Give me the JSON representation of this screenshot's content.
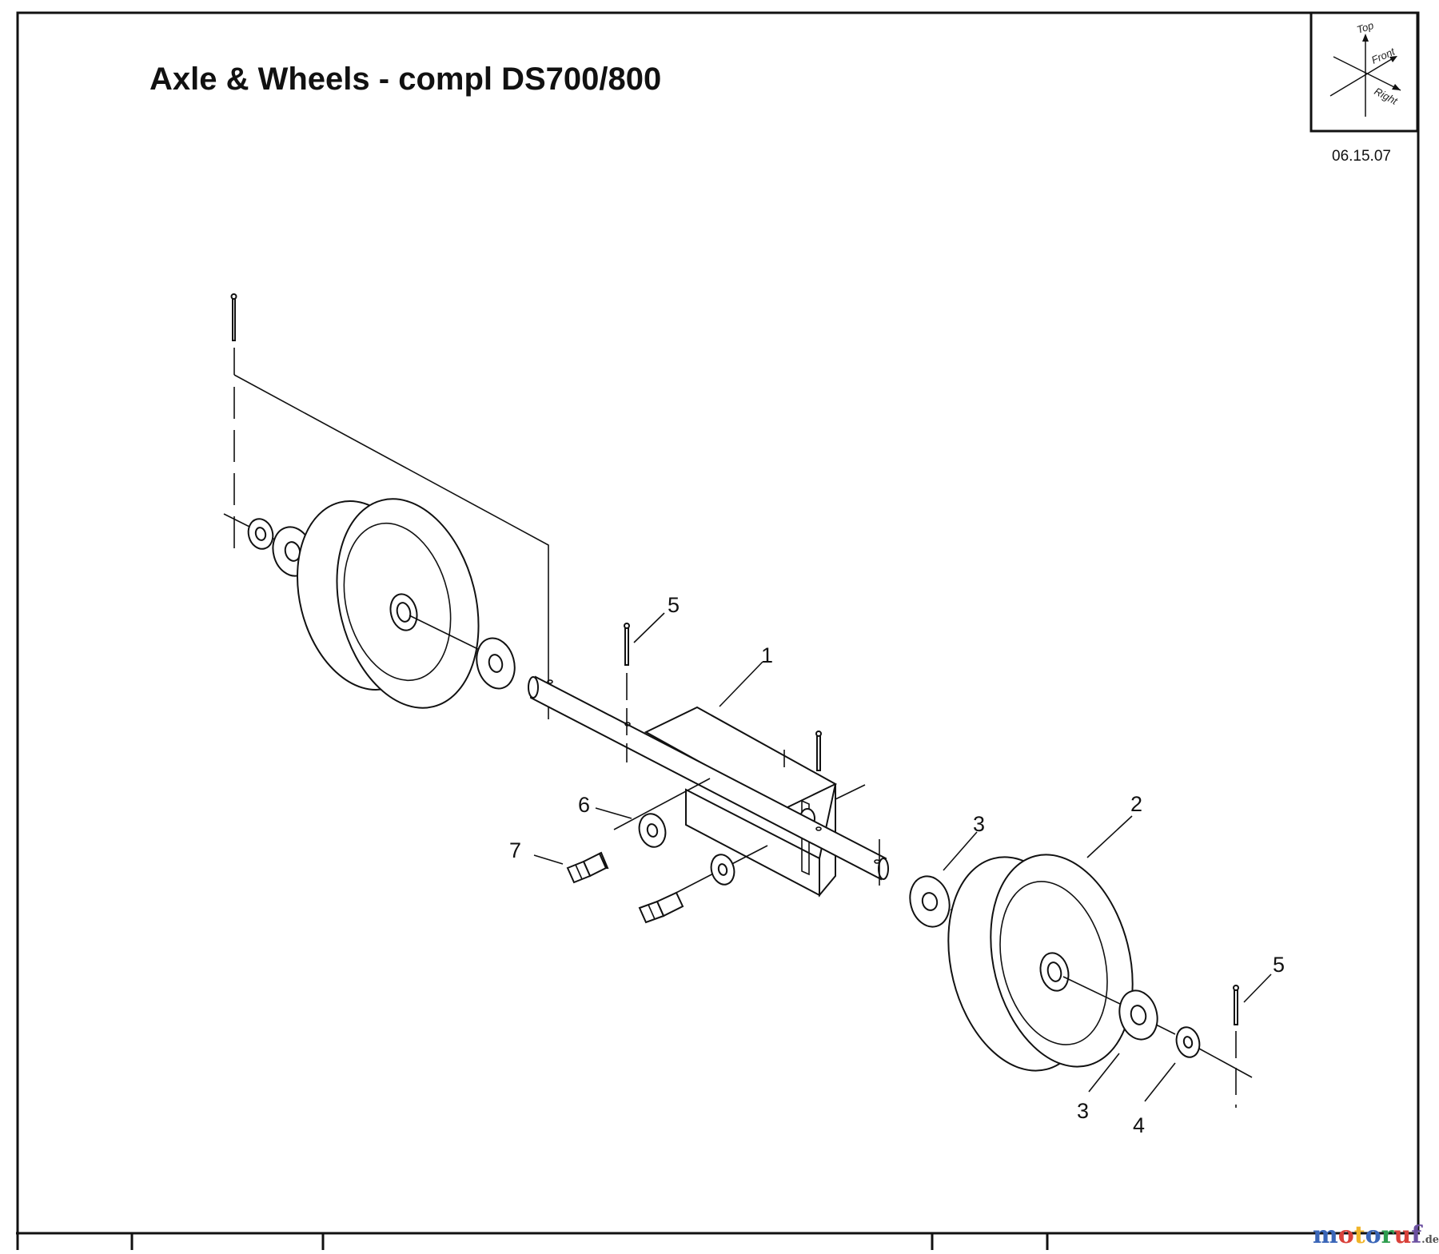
{
  "title": "Axle & Wheels - compl  DS700/800",
  "date": "06.15.07",
  "orientation": {
    "top": "Top",
    "front": "Front",
    "right": "Right",
    "icon": "orientation-axes-icon"
  },
  "callouts": [
    "5",
    "1",
    "6",
    "7",
    "3",
    "2",
    "5",
    "3",
    "4"
  ],
  "watermark": {
    "main": "motoruf",
    "suffix": ".de",
    "colors": [
      "#3a66b8",
      "#d9413a",
      "#f0b429",
      "#3a66b8",
      "#2e9e4f",
      "#d9413a",
      "#6b4fa0"
    ]
  }
}
